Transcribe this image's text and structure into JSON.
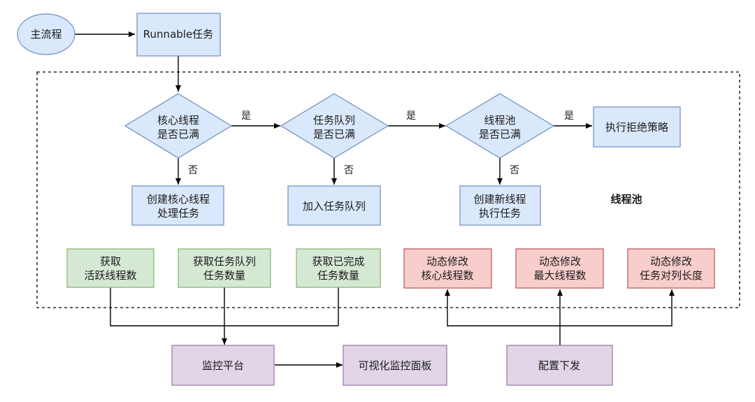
{
  "nodes": {
    "main_flow": "主流程",
    "runnable_task": "Runnable任务",
    "core_full": [
      "核心线程",
      "是否已满"
    ],
    "queue_full": [
      "任务队列",
      "是否已满"
    ],
    "pool_full": [
      "线程池",
      "是否已满"
    ],
    "reject": "执行拒绝策略",
    "create_core": [
      "创建核心线程",
      "处理任务"
    ],
    "add_queue": "加入任务队列",
    "create_new": [
      "创建新线程",
      "执行任务"
    ],
    "pool_label": "线程池",
    "get_active": [
      "获取",
      "活跃线程数"
    ],
    "get_queue_count": [
      "获取任务队列",
      "任务数量"
    ],
    "get_done_count": [
      "获取已完成",
      "任务数量"
    ],
    "mod_core": [
      "动态修改",
      "核心线程数"
    ],
    "mod_max": [
      "动态修改",
      "最大线程数"
    ],
    "mod_queue": [
      "动态修改",
      "任务对列长度"
    ],
    "monitor": "监控平台",
    "dashboard": "可视化监控面板",
    "config": "配置下发"
  },
  "edge_labels": {
    "yes1": "是",
    "yes2": "是",
    "yes3": "是",
    "no1": "否",
    "no2": "否",
    "no3": "否"
  },
  "colors": {
    "blue_fill": "#dae8fc",
    "green_fill": "#d5e8d4",
    "red_fill": "#f8cecc",
    "purple_fill": "#e1d5e7"
  }
}
